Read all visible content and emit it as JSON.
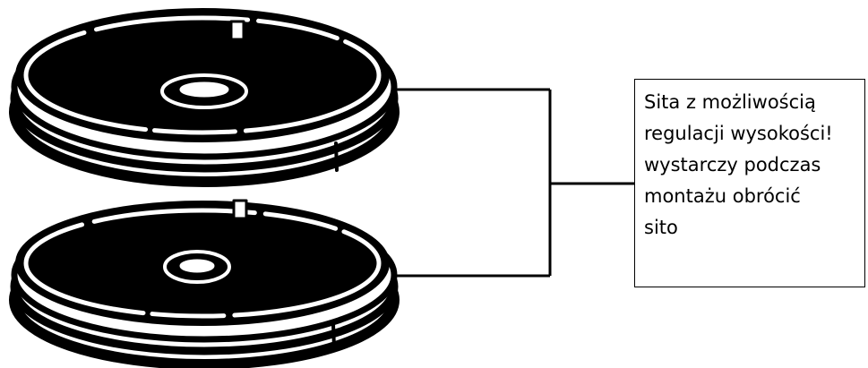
{
  "callout": {
    "lines": [
      "Sita z możliwością",
      "regulacji wysokości!",
      "wystarczy podczas",
      "montażu obrócić",
      "sito"
    ]
  },
  "colors": {
    "ink": "#000000",
    "paper": "#ffffff"
  }
}
